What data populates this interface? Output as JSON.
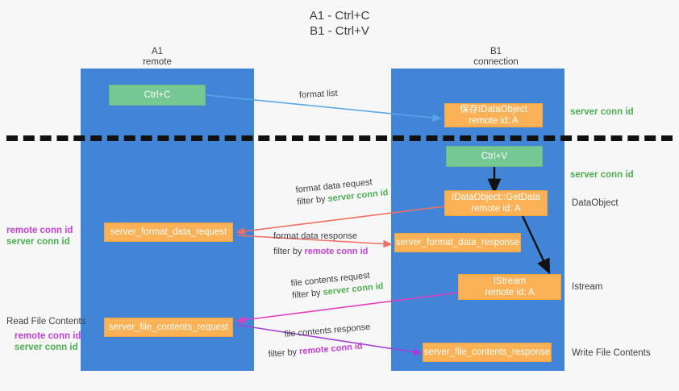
{
  "title": {
    "line1": "A1 - Ctrl+C",
    "line2": "B1 - Ctrl+V"
  },
  "columns": [
    {
      "name": "A1",
      "sub": "remote"
    },
    {
      "name": "B1",
      "sub": "connection"
    }
  ],
  "boxes": {
    "ctrl_c": "Ctrl+C",
    "save_idataobject_title": "保存IDataObject",
    "save_idataobject_sub": "remote id: A",
    "ctrl_v": "Ctrl+V",
    "getdata_title": "IDataObject::GetData",
    "getdata_sub": "remote id: A",
    "istream_title": "IStream",
    "istream_sub": "remote id: A",
    "server_format_data_request": "server_format_data_request",
    "server_format_data_response": "server_format_data_response",
    "server_file_contents_request": "server_file_contents_request",
    "server_file_contents_response": "server_file_contents_response"
  },
  "right_notes": {
    "server_conn_id_1": "server conn id",
    "server_conn_id_2": "server conn id",
    "dataobject": "DataObject",
    "istream": "Istream",
    "write_file_contents": "Write File Contents"
  },
  "left_notes": {
    "remote_conn_id_1": "remote conn id",
    "server_conn_id_1": "server conn id",
    "read_file_contents": "Read File Contents",
    "remote_conn_id_2": "remote conn id",
    "server_conn_id_2": "server conn id"
  },
  "edges": [
    {
      "id": "format-list",
      "label": "format list",
      "filter_prefix": "",
      "filter_value": "",
      "filter_kind": ""
    },
    {
      "id": "format-data-request",
      "label": "format data request",
      "filter_prefix": "filter by ",
      "filter_value": "server conn id",
      "filter_kind": "green"
    },
    {
      "id": "format-data-response",
      "label": "format data response",
      "filter_prefix": "filter by ",
      "filter_value": "remote conn id",
      "filter_kind": "purple"
    },
    {
      "id": "file-contents-request",
      "label": "file contents request",
      "filter_prefix": "filter by ",
      "filter_value": "server conn id",
      "filter_kind": "green"
    },
    {
      "id": "file-contents-response",
      "label": "file contents response",
      "filter_prefix": "filter by ",
      "filter_value": "remote conn id",
      "filter_kind": "purple"
    }
  ],
  "colors": {
    "lane": "#4285d6",
    "green_box": "#76c893",
    "orange_box": "#fbb155",
    "server_conn": "#4caf50",
    "remote_conn": "#c341d8",
    "background": "#f7f7f7",
    "arrow_blue": "#58a6e8",
    "arrow_red": "#ef6f63",
    "arrow_magenta": "#e040c0",
    "arrow_purple": "#a640d8",
    "arrow_black": "#111111"
  }
}
